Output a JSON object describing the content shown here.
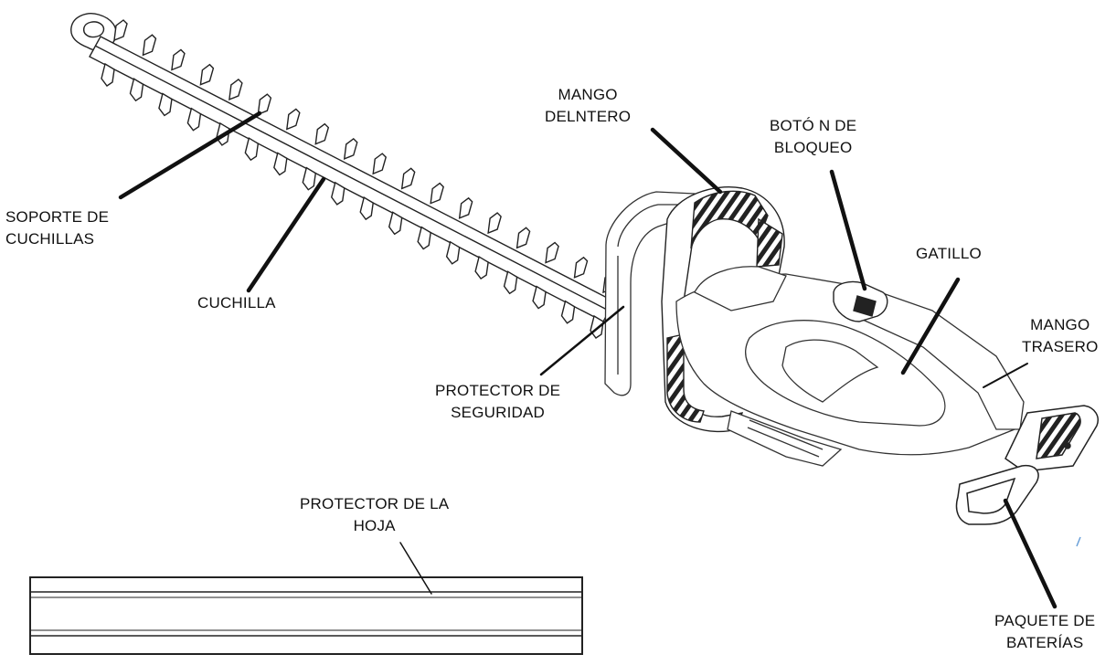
{
  "labels": {
    "soporte": {
      "line1": "SOPORTE DE",
      "line2": "CUCHILLAS"
    },
    "cuchilla": {
      "line1": "CUCHILLA"
    },
    "mango_delantero": {
      "line1": "MANGO",
      "line2": "DELNTERO"
    },
    "boton_bloqueo": {
      "line1": "BOTÓ  N DE",
      "line2": "BLOQUEO"
    },
    "gatillo": {
      "line1": "GATILLO"
    },
    "mango_trasero": {
      "line1": "MANGO",
      "line2": "TRASERO"
    },
    "protector_seguridad": {
      "line1": "PROTECTOR DE",
      "line2": "SEGURIDAD"
    },
    "protector_hoja": {
      "line1": "PROTECTOR DE LA",
      "line2": "HOJA"
    },
    "paquete_baterias": {
      "line1": "PAQUETE DE",
      "line2": "BATERÍAS"
    }
  }
}
